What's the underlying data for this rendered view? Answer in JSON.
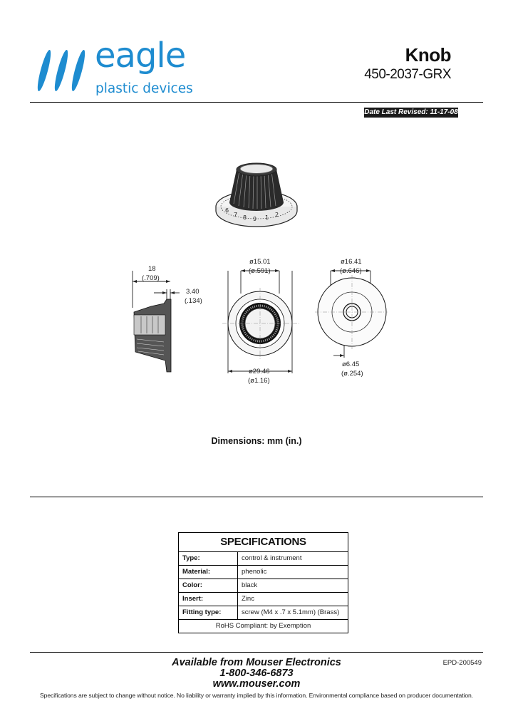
{
  "header": {
    "brand_name": "eagle",
    "brand_tagline": "plastic devices",
    "title": "Knob",
    "part_number": "450-2037-GRX",
    "date_revised": "Date Last Revised: 11-17-08"
  },
  "drawing": {
    "knob_dial_numbers": [
      "6",
      "7",
      "8",
      "9",
      "1",
      "2"
    ],
    "side_view": {
      "length_mm": "18",
      "length_in": "(.709)",
      "flange_mm": "3.40",
      "flange_in": "(.134)"
    },
    "front_view": {
      "top_mm": "ø15.01",
      "top_in": "(ø.591)",
      "bottom_mm": "ø29.46",
      "bottom_in": "(ø1.16)"
    },
    "back_view": {
      "top_mm": "ø16.41",
      "top_in": "(ø.646)",
      "bore_mm": "ø6.45",
      "bore_in": "(ø.254)"
    },
    "caption": "Dimensions: mm (in.)"
  },
  "specifications": {
    "title": "SPECIFICATIONS",
    "rows": [
      {
        "label": "Type:",
        "value": "control & instrument"
      },
      {
        "label": "Material:",
        "value": "phenolic"
      },
      {
        "label": "Color:",
        "value": "black"
      },
      {
        "label": "Insert:",
        "value": "Zinc"
      },
      {
        "label": "Fitting type:",
        "value": "screw (M4 x .7 x 5.1mm) (Brass)"
      }
    ],
    "footer": "RoHS Compliant: by Exemption"
  },
  "footer": {
    "available": "Available from Mouser Electronics",
    "phone": "1-800-346-6873",
    "website": "www.mouser.com",
    "doc_id": "EPD-200549",
    "disclaimer": "Specifications are subject to change without notice.  No liability or warranty implied by this information.  Environmental compliance based on producer documentation."
  },
  "colors": {
    "brand": "#1e8cd0",
    "rule": "#000000"
  }
}
